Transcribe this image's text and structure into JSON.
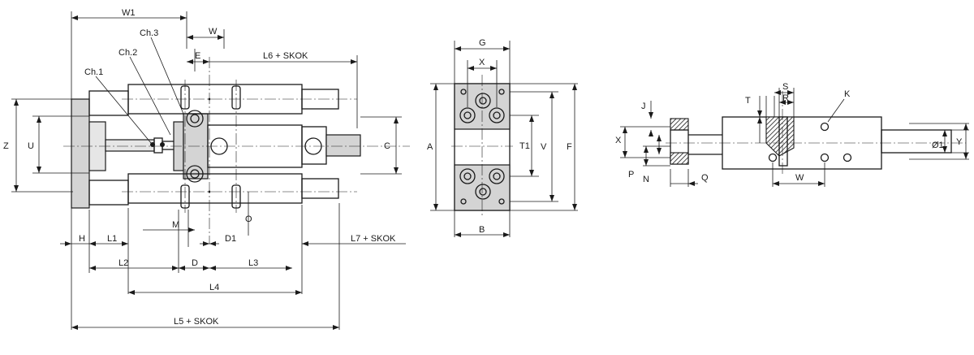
{
  "side_view": {
    "labels": {
      "W1": "W1",
      "Ch3": "Ch.3",
      "Ch2": "Ch.2",
      "Ch1": "Ch.1",
      "W": "W",
      "E": "E",
      "L6": "L6 + SKOK",
      "Z": "Z",
      "U": "U",
      "C": "C",
      "M": "M",
      "O": "O",
      "H": "H",
      "L1": "L1",
      "D1": "D1",
      "L7": "L7 + SKOK",
      "L2": "L2",
      "D": "D",
      "L3": "L3",
      "L4": "L4",
      "L5": "L5 + SKOK"
    }
  },
  "front_view": {
    "labels": {
      "G": "G",
      "X": "X",
      "A": "A",
      "T1": "T1",
      "V": "V",
      "F": "F",
      "B": "B"
    }
  },
  "section_view": {
    "labels": {
      "S": "S",
      "R": "R",
      "T": "T",
      "K": "K",
      "J": "J",
      "X": "X",
      "P": "P",
      "N": "N",
      "Q": "Q",
      "O1": "Ø1",
      "Y": "Y",
      "W": "W"
    }
  }
}
